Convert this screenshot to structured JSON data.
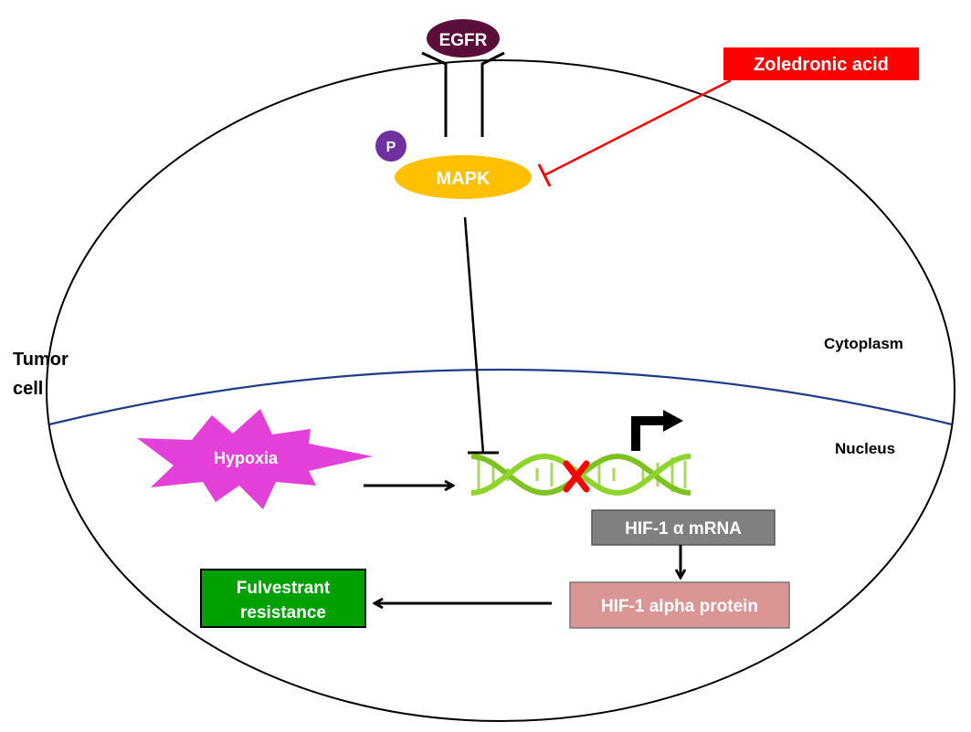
{
  "labels": {
    "egfr": "EGFR",
    "zoledronic": "Zoledronic  acid",
    "phospho": "P",
    "mapk": "MAPK",
    "tumor_cell_line1": "Tumor",
    "tumor_cell_line2": "cell",
    "cytoplasm": "Cytoplasm",
    "nucleus": "Nucleus",
    "hypoxia": "Hypoxia",
    "hif_mrna": "HIF-1 α mRNA",
    "hif_protein": "HIF-1 alpha protein",
    "fulvestrant_line1": "Fulvestrant",
    "fulvestrant_line2": "resistance"
  },
  "colors": {
    "egfr": "#5c0e3a",
    "zoledronic": "#ff0000",
    "phospho": "#7030a0",
    "mapk": "#ffc000",
    "membrane": "#1f3c88",
    "hypoxia": "#e33fd9",
    "dna": "#7dc21e",
    "dna_block": "#ff0000",
    "hif_mrna": "#808080",
    "hif_protein": "#d99694",
    "fulvestrant": "#00a000"
  },
  "icons": {
    "dna": "dna-helix-icon",
    "block": "x-mark-icon",
    "transcription": "transcription-arrow-icon"
  }
}
